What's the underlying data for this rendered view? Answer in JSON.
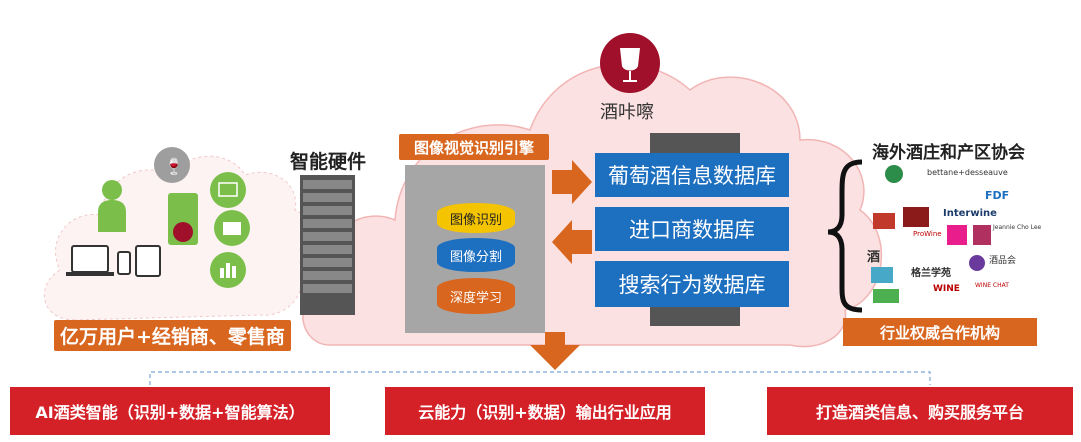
{
  "app": {
    "logo_text": "酒咔嚓"
  },
  "left": {
    "users_label": "亿万用户+经销商、零售商"
  },
  "hardware": {
    "label": "智能硬件"
  },
  "engine": {
    "title": "图像视觉识别引擎",
    "layers": [
      "图像识别",
      "图像分割",
      "深度学习"
    ]
  },
  "databases": [
    "葡萄酒信息数据库",
    "进口商数据库",
    "搜索行为数据库"
  ],
  "partners": {
    "title": "海外酒庄和产区协会",
    "logos": [
      "bettane+desseauve",
      "FDF",
      "Interwine",
      "Jeannie Cho Lee",
      "ProWine",
      "酒品会",
      "格兰学苑",
      "WINE CHAT",
      "WINE",
      "酒"
    ],
    "footer": "行业权威合作机构"
  },
  "bottom": {
    "items": [
      "AI酒类智能（识别+数据+智能算法）",
      "云能力（识别+数据）输出行业应用",
      "打造酒类信息、购买服务平台"
    ]
  },
  "colors": {
    "red": "#d42027",
    "orange": "#d9661f",
    "blue": "#1d6fc0",
    "green": "#7bbf4a",
    "cloud_fill": "#f9dada"
  }
}
